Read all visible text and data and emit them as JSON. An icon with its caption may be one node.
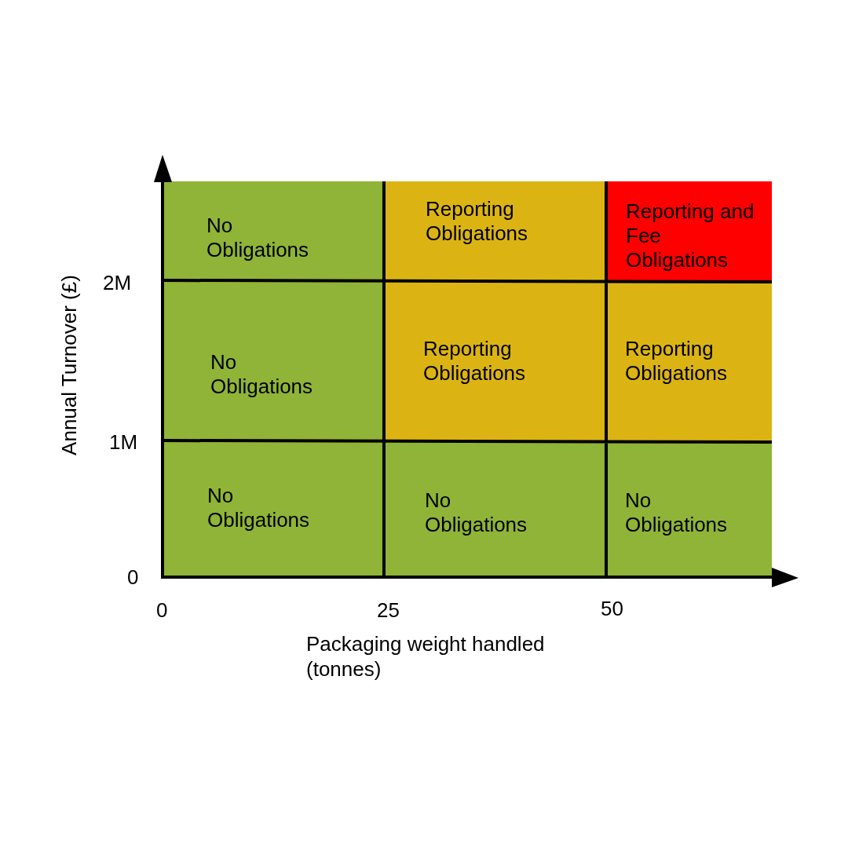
{
  "diagram": {
    "nodes": [
      {
        "text": [
          "No Obligations"
        ]
      },
      {
        "text": [
          "Reporting Obligations"
        ]
      },
      {
        "text": [
          "Reporting and Fee Obligations"
        ]
      },
      {
        "text": [
          "No Obligations"
        ]
      },
      {
        "text": [
          "Reporting Obligations"
        ]
      },
      {
        "text": [
          "Reporting Obligations"
        ]
      },
      {
        "text": [
          "No Obligations"
        ]
      },
      {
        "text": [
          "No Obligations"
        ]
      },
      {
        "text": [
          "No Obligations"
        ]
      }
    ],
    "labels": [
      "2M",
      "Annual Turnover (£)",
      "1M",
      "0",
      "0",
      "25",
      "50",
      "Packaging weight handled (tonnes)"
    ]
  }
}
